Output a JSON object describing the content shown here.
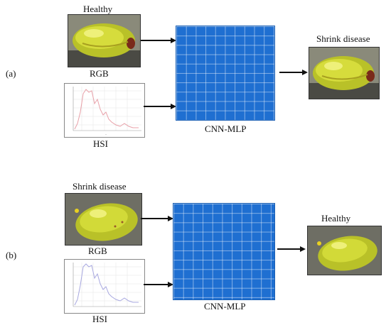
{
  "panel_a": {
    "tag": "(a)",
    "input_top_label": "Healthy",
    "rgb_label": "RGB",
    "hsi_label": "HSI",
    "model_label": "CNN-MLP",
    "output_label": "Shrink disease",
    "spectrum_color": "#e8a0a8"
  },
  "panel_b": {
    "tag": "(b)",
    "input_top_label": "Shrink disease",
    "rgb_label": "RGB",
    "hsi_label": "HSI",
    "model_label": "CNN-MLP",
    "output_label": "Healthy",
    "spectrum_color": "#a8a8e0"
  },
  "colors": {
    "network_grid": "#1f6fd1",
    "fruit": "#c8d02a",
    "background_photo": "#3f3f3f"
  }
}
